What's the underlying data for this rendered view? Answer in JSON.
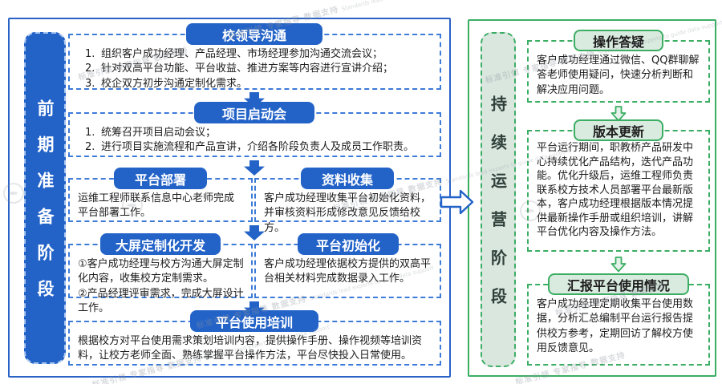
{
  "watermark": {
    "cn": "标准引领 专家指导 数据支持",
    "en": "Standards lead experts to guide data support"
  },
  "colors": {
    "primary_blue": "#2363C8",
    "blue_dashed_border": "#3D7BD8",
    "green_border": "#3BAE63",
    "green_fill": "#D9EADF",
    "text": "#1C1C1C"
  },
  "left_phase": {
    "label": "前期准备阶段",
    "boxes": [
      {
        "title": "校领导沟通",
        "lines": [
          {
            "num": "1.",
            "text": "组织客户成功经理、产品经理、市场经理参加沟通交流会议；"
          },
          {
            "num": "2.",
            "text": "针对双高平台功能、平台收益、推进方案等内容进行宣讲介绍；"
          },
          {
            "num": "3.",
            "text": "校企双方初步沟通定制化需求。"
          }
        ]
      },
      {
        "title": "项目启动会",
        "lines": [
          {
            "num": "1.",
            "text": "统筹召开项目启动会议；"
          },
          {
            "num": "2.",
            "text": "进行项目实施流程和产品宣讲，介绍各阶段负责人及成员工作职责。"
          }
        ]
      },
      {
        "title": "平台部署",
        "body": "运维工程师联系信息中心老师完成平台部署工作。"
      },
      {
        "title": "资料收集",
        "body": "客户成功经理收集平台初始化资料，并审核资料形成修改意见反馈给校方。"
      },
      {
        "title": "大屏定制化开发",
        "lines": [
          {
            "num": "",
            "text": "①客户成功经理与校方沟通大屏定制化内容，收集校方定制需求。"
          },
          {
            "num": "",
            "text": "②产品经理评审需求，完成大屏设计工作。"
          }
        ]
      },
      {
        "title": "平台初始化",
        "body": "客户成功经理依据校方提供的双高平台相关材料完成数据录入工作。"
      },
      {
        "title": "平台使用培训",
        "body": "根据校方对平台使用需求策划培训内容，提供操作手册、操作视频等培训资料，让校方老师全面、熟练掌握平台操作方法，平台尽快投入日常使用。"
      }
    ]
  },
  "right_phase": {
    "label": "持续运营阶段",
    "boxes": [
      {
        "title": "操作答疑",
        "body": "客户成功经理通过微信、QQ群聊解答老师使用疑问，快速分析判断和解决应用问题。"
      },
      {
        "title": "版本更新",
        "body": "平台运行期间，职教桥产品研发中心持续优化产品结构，迭代产品功能。优化升级后，运维工程师负责联系校方技术人员部署平台最新版本，客户成功经理根据版本情况提供最新操作手册或组织培训，讲解平台优化内容及操作方法。"
      },
      {
        "title": "汇报平台使用情况",
        "body": "客户成功经理定期收集平台使用数据，分析汇总编制平台运行报告提供校方参考，定期回访了解校方使用反馈意见。"
      }
    ]
  }
}
